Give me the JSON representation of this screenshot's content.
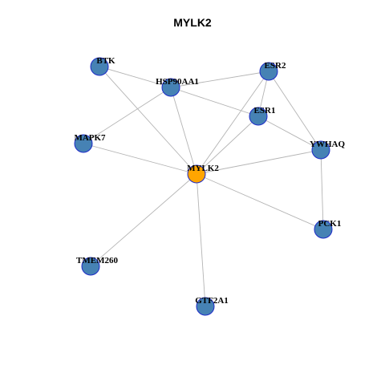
{
  "title": "MYLK2",
  "colors": {
    "center_node_fill": "#FFA500",
    "neighbor_node_fill": "#4682B4",
    "node_stroke": "#1E2BC8",
    "edge": "#B4B4B4"
  },
  "graph": {
    "center": "MYLK2",
    "nodes": [
      {
        "id": "MYLK2",
        "label": "MYLK2",
        "role": "center"
      },
      {
        "id": "BTK",
        "label": "BTK",
        "role": "neighbor"
      },
      {
        "id": "HSP90AA1",
        "label": "HSP90AA1",
        "role": "neighbor"
      },
      {
        "id": "ESR2",
        "label": "ESR2",
        "role": "neighbor"
      },
      {
        "id": "ESR1",
        "label": "ESR1",
        "role": "neighbor"
      },
      {
        "id": "YWHAQ",
        "label": "YWHAQ",
        "role": "neighbor"
      },
      {
        "id": "MAPK7",
        "label": "MAPK7",
        "role": "neighbor"
      },
      {
        "id": "PCK1",
        "label": "PCK1",
        "role": "neighbor"
      },
      {
        "id": "TMEM260",
        "label": "TMEM260",
        "role": "neighbor"
      },
      {
        "id": "GTF2A1",
        "label": "GTF2A1",
        "role": "neighbor"
      }
    ],
    "edges": [
      [
        "BTK",
        "HSP90AA1"
      ],
      [
        "BTK",
        "MYLK2"
      ],
      [
        "HSP90AA1",
        "ESR2"
      ],
      [
        "HSP90AA1",
        "ESR1"
      ],
      [
        "HSP90AA1",
        "MAPK7"
      ],
      [
        "HSP90AA1",
        "MYLK2"
      ],
      [
        "ESR2",
        "ESR1"
      ],
      [
        "ESR2",
        "YWHAQ"
      ],
      [
        "ESR2",
        "MYLK2"
      ],
      [
        "ESR1",
        "YWHAQ"
      ],
      [
        "ESR1",
        "MYLK2"
      ],
      [
        "YWHAQ",
        "MYLK2"
      ],
      [
        "YWHAQ",
        "PCK1"
      ],
      [
        "MAPK7",
        "MYLK2"
      ],
      [
        "MYLK2",
        "PCK1"
      ],
      [
        "MYLK2",
        "TMEM260"
      ],
      [
        "MYLK2",
        "GTF2A1"
      ]
    ]
  }
}
